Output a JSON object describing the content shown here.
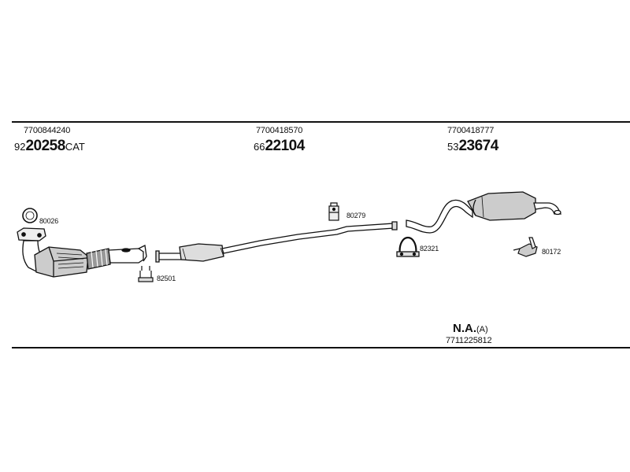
{
  "groups": [
    {
      "part_number": "7700844240",
      "code_prefix": "92",
      "code_main": "20258",
      "code_suffix": "CAT"
    },
    {
      "part_number": "7700418570",
      "code_prefix": "66",
      "code_main": "22104",
      "code_suffix": ""
    },
    {
      "part_number": "7700418777",
      "code_prefix": "53",
      "code_main": "23674",
      "code_suffix": ""
    }
  ],
  "parts": {
    "gasket": "80026",
    "front_clamp": "82501",
    "hanger_mid": "80279",
    "clamp_rear": "82321",
    "hanger_rear": "80172"
  },
  "note": {
    "main": "N.A.",
    "qualifier": "(A)",
    "number": "7711225812"
  }
}
